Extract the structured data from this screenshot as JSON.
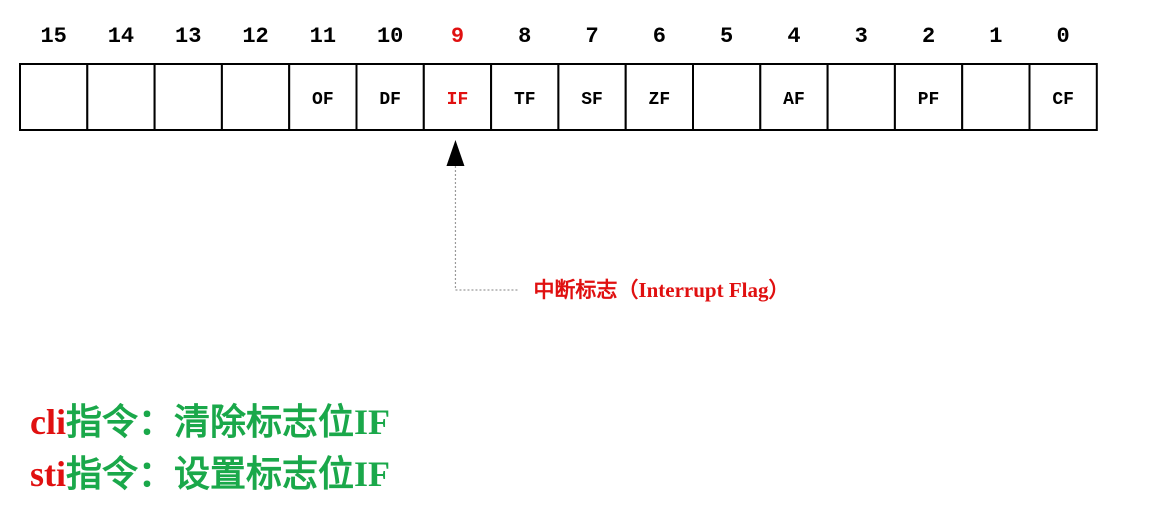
{
  "register": {
    "bits": [
      {
        "number": "15",
        "flag": ""
      },
      {
        "number": "14",
        "flag": ""
      },
      {
        "number": "13",
        "flag": ""
      },
      {
        "number": "12",
        "flag": ""
      },
      {
        "number": "11",
        "flag": "OF"
      },
      {
        "number": "10",
        "flag": "DF"
      },
      {
        "number": "9",
        "flag": "IF",
        "highlight": true
      },
      {
        "number": "8",
        "flag": "TF"
      },
      {
        "number": "7",
        "flag": "SF"
      },
      {
        "number": "6",
        "flag": "ZF"
      },
      {
        "number": "5",
        "flag": ""
      },
      {
        "number": "4",
        "flag": "AF"
      },
      {
        "number": "3",
        "flag": ""
      },
      {
        "number": "2",
        "flag": "PF"
      },
      {
        "number": "1",
        "flag": ""
      },
      {
        "number": "0",
        "flag": "CF"
      }
    ]
  },
  "callout": {
    "text": "中断标志（Interrupt Flag）",
    "target_bit": "9"
  },
  "instructions": {
    "cli": {
      "keyword": "cli",
      "description": "指令：清除标志位IF"
    },
    "sti": {
      "keyword": "sti",
      "description": "指令：设置标志位IF"
    }
  },
  "colors": {
    "highlight": "#e01010",
    "normal": "#000000",
    "green": "#1aa84a",
    "arrow_line": "#9a9a9a"
  }
}
